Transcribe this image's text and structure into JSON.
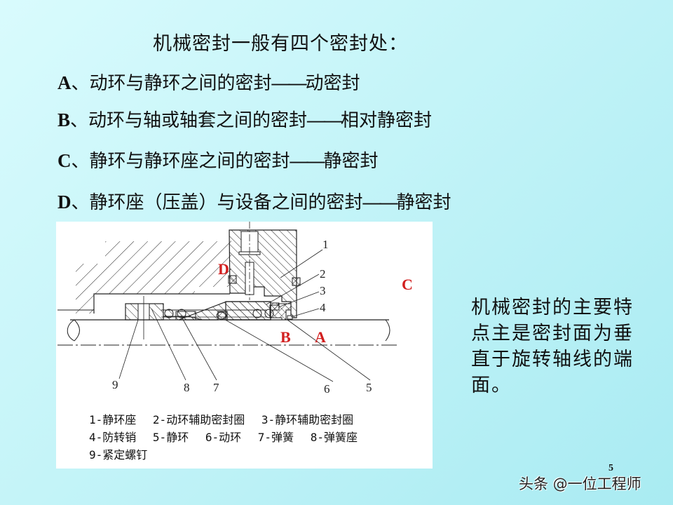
{
  "slide": {
    "title": "机械密封一般有四个密封处：",
    "items": [
      {
        "letter": "A",
        "sep": "、",
        "text": "动环与静环之间的密封",
        "dash": "——",
        "type": "动密封"
      },
      {
        "letter": "B",
        "sep": "、",
        "text": "动环与轴或轴套之间的密封",
        "dash": "——",
        "type": "相对静密封"
      },
      {
        "letter": "C",
        "sep": "、",
        "text": "静环与静环座之间的密封",
        "dash": "——",
        "type": "静密封"
      },
      {
        "letter": "D",
        "sep": "、",
        "text": "静环座（压盖）与设备之间的密封",
        "dash": "——",
        "type": "静密封"
      }
    ],
    "side_note": "机械密封的主要特点主是密封面为垂直于旋转轴线的端面。",
    "page_number": "5",
    "watermark": "头条 @一位工程师"
  },
  "diagram": {
    "seal_labels": {
      "A": "A",
      "B": "B",
      "C": "C",
      "D": "D"
    },
    "part_numbers": [
      "1",
      "2",
      "3",
      "4",
      "5",
      "6",
      "7",
      "8",
      "9"
    ],
    "legend": [
      [
        "1-静环座",
        "2-动环辅助密封圈",
        "3-静环辅助密封圈"
      ],
      [
        "4-防转销",
        "5-静环",
        "6-动环",
        "7-弹簧",
        "8-弹簧座"
      ],
      [
        "9-紧定螺钉"
      ]
    ],
    "colors": {
      "seal_label": "#d21f1f",
      "line": "#222222",
      "background": "#ffffff"
    }
  }
}
